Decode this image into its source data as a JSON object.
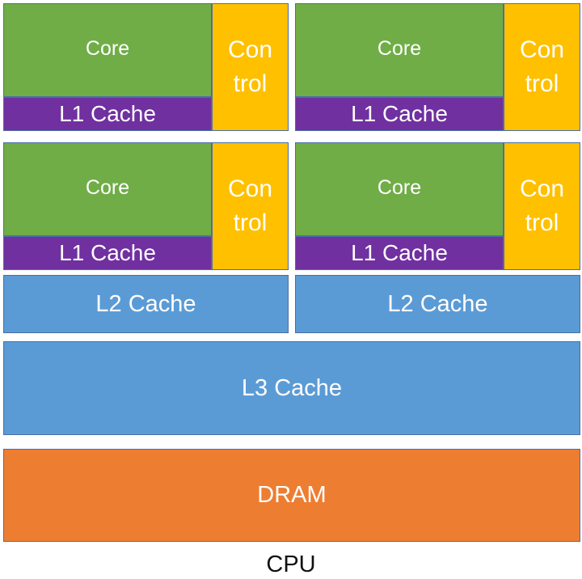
{
  "colors": {
    "core": "#70ad47",
    "l1_cache": "#7030a0",
    "control": "#ffc000",
    "cache": "#5b9bd5",
    "dram": "#ed7d31"
  },
  "cores": [
    {
      "core_label": "Core",
      "l1_label": "L1 Cache",
      "control_line1": "Con",
      "control_line2": "trol"
    },
    {
      "core_label": "Core",
      "l1_label": "L1 Cache",
      "control_line1": "Con",
      "control_line2": "trol"
    },
    {
      "core_label": "Core",
      "l1_label": "L1 Cache",
      "control_line1": "Con",
      "control_line2": "trol"
    },
    {
      "core_label": "Core",
      "l1_label": "L1 Cache",
      "control_line1": "Con",
      "control_line2": "trol"
    }
  ],
  "l2_caches": [
    {
      "label": "L2 Cache"
    },
    {
      "label": "L2 Cache"
    }
  ],
  "l3_cache": {
    "label": "L3 Cache"
  },
  "dram": {
    "label": "DRAM"
  },
  "caption": "CPU"
}
